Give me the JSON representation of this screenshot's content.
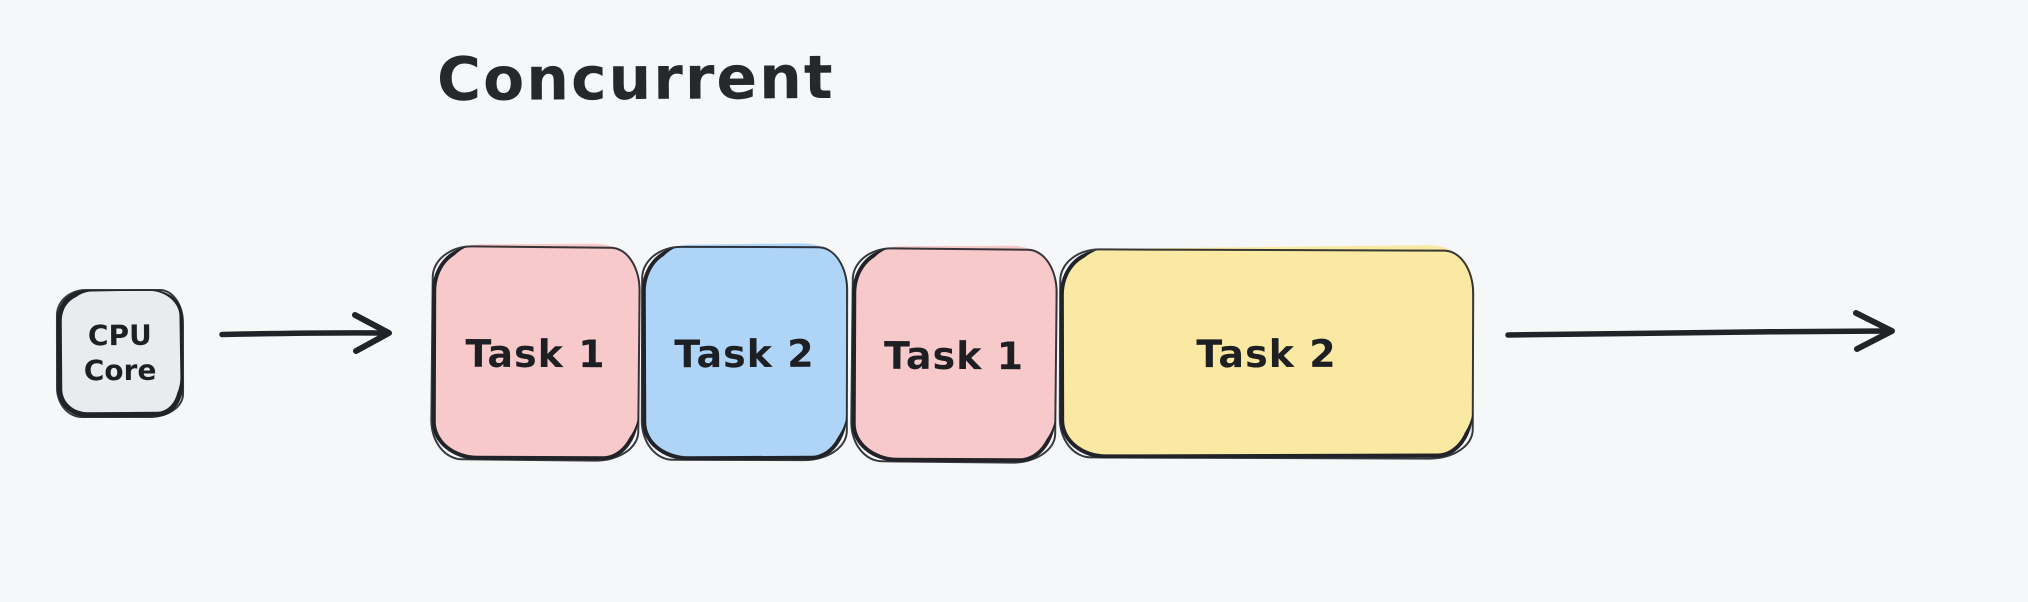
{
  "diagram": {
    "title": "Concurrent",
    "cpu_core": {
      "line1": "CPU",
      "line2": "Core",
      "fill": "#e9ecee"
    },
    "tasks": [
      {
        "label": "Task 1",
        "fill": "#f7c9ca"
      },
      {
        "label": "Task 2",
        "fill": "#aed5f8"
      },
      {
        "label": "Task 1",
        "fill": "#f7c9ca"
      },
      {
        "label": "Task 2",
        "fill": "#fae9a2"
      }
    ],
    "colors": {
      "background": "#f6f7f9",
      "stroke": "#212328",
      "text": "#26282b",
      "cpu_fill": "#e9ecee",
      "task1_fill": "#f7c9ca",
      "task2_blue_fill": "#aed5f8",
      "task2_yellow_fill": "#fae9a2"
    }
  }
}
